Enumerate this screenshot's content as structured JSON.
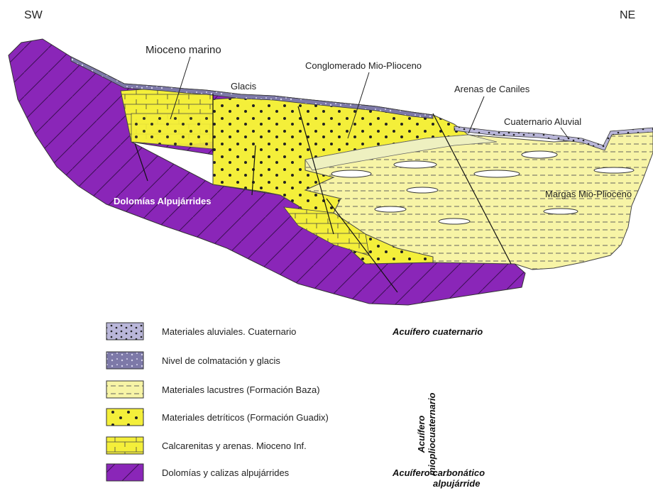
{
  "corners": {
    "left": "SW",
    "right": "NE"
  },
  "section_labels": {
    "mioceno_marino": "Mioceno marino",
    "glacis": "Glacis",
    "conglomerado": "Conglomerado Mio-Plioceno",
    "arenas_caniles": "Arenas de Caniles",
    "cuaternario_aluvial": "Cuaternario Aluvial",
    "margas": "Margas Mio-Plioceno",
    "dolomias": "Dolomías Alpujárrides"
  },
  "legend": {
    "items": [
      {
        "label": "Materiales aluviales. Cuaternario",
        "fill": "#b9b6d9"
      },
      {
        "label": "Nivel de colmatación y glacis",
        "fill": "#7d79a8"
      },
      {
        "label": "Materiales lacustres (Formación Baza)",
        "fill": "#f7f4a6"
      },
      {
        "label": "Materiales detríticos (Formación Guadix)",
        "fill": "#f4ef3a"
      },
      {
        "label": "Calcarenitas y arenas. Mioceno Inf.",
        "fill": "#f4ef3a"
      },
      {
        "label": "Dolomías y calizas alpujárrides",
        "fill": "#8a26b8"
      }
    ],
    "aquifers": {
      "cuaternario": "Acuífero cuaternario",
      "mio_line1": "Acuífero",
      "mio_line2": "miopliocuaternario",
      "carbonatico_line1": "Acuífero carbonático",
      "carbonatico_line2": "alpujárride"
    }
  },
  "colors": {
    "dolomite": "#8a26b8",
    "detrital": "#f4ef3a",
    "lacustrine": "#f7f4a6",
    "alluvial": "#b9b6d9",
    "glacis": "#7d79a8"
  }
}
